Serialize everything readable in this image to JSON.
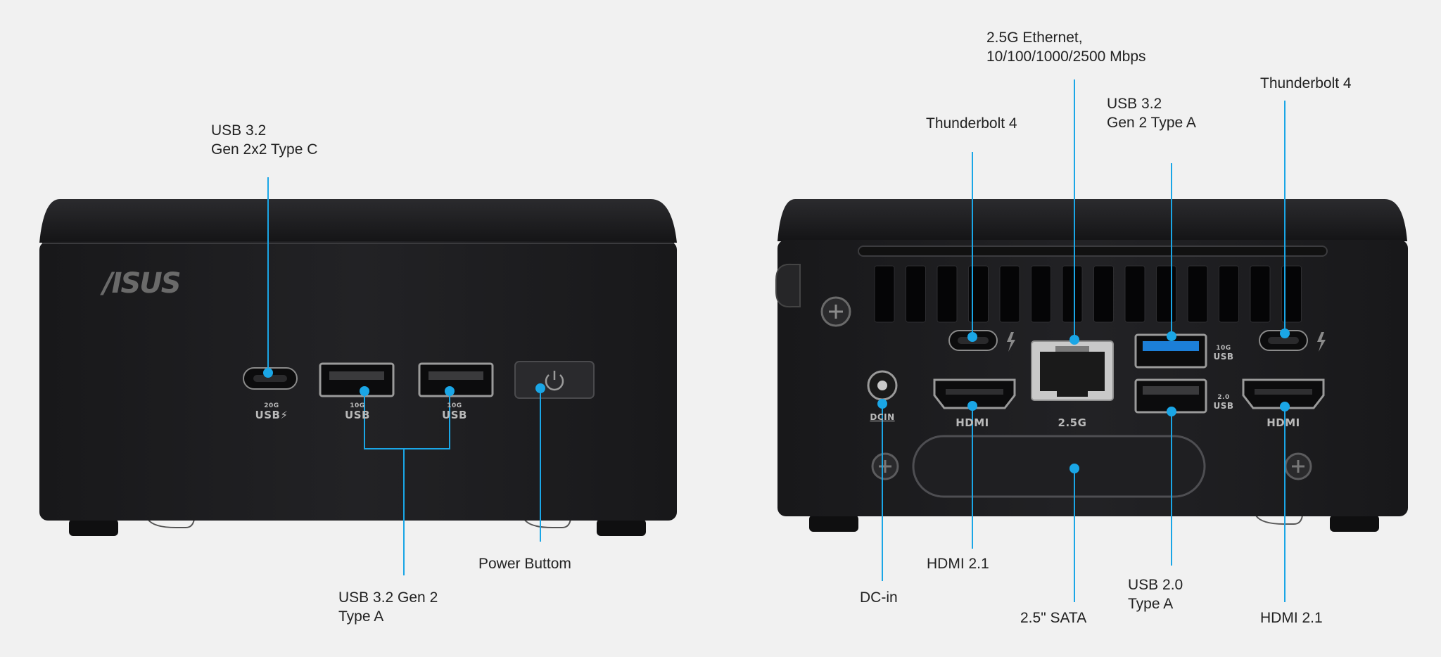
{
  "front": {
    "logo": "/ISUS",
    "port_labels": {
      "usb_c": {
        "speed": "20G",
        "name": "USB⚡"
      },
      "usb_a_1": {
        "speed": "10G",
        "name": "USB"
      },
      "usb_a_2": {
        "speed": "10G",
        "name": "USB"
      }
    }
  },
  "rear": {
    "port_labels": {
      "dc": "DCIN",
      "hdmi_left": "HDMI",
      "lan": "2.5G",
      "hdmi_right": "HDMI",
      "usb_top": {
        "speed": "10G",
        "name": "USB"
      },
      "usb_bottom": {
        "speed": "2.0",
        "name": "USB"
      }
    }
  },
  "callouts": {
    "usb_c_front": [
      "USB 3.2",
      "Gen 2x2 Type C"
    ],
    "usb_a_front": [
      "USB 3.2 Gen 2",
      "Type A"
    ],
    "power": [
      "Power Buttom"
    ],
    "ethernet": [
      "2.5G Ethernet,",
      "10/100/1000/2500 Mbps"
    ],
    "tb4_left": [
      "Thunderbolt 4"
    ],
    "usb32_rear": [
      "USB 3.2",
      "Gen 2 Type A"
    ],
    "tb4_right": [
      "Thunderbolt 4"
    ],
    "dc_in": [
      "DC-in"
    ],
    "hdmi_left": [
      "HDMI 2.1"
    ],
    "sata": [
      "2.5\" SATA"
    ],
    "usb20_rear": [
      "USB 2.0",
      "Type A"
    ],
    "hdmi_right": [
      "HDMI 2.1"
    ]
  },
  "colors": {
    "accent": "#1aa6e6",
    "body": "#1c1c1e",
    "background": "#f1f1f1"
  }
}
